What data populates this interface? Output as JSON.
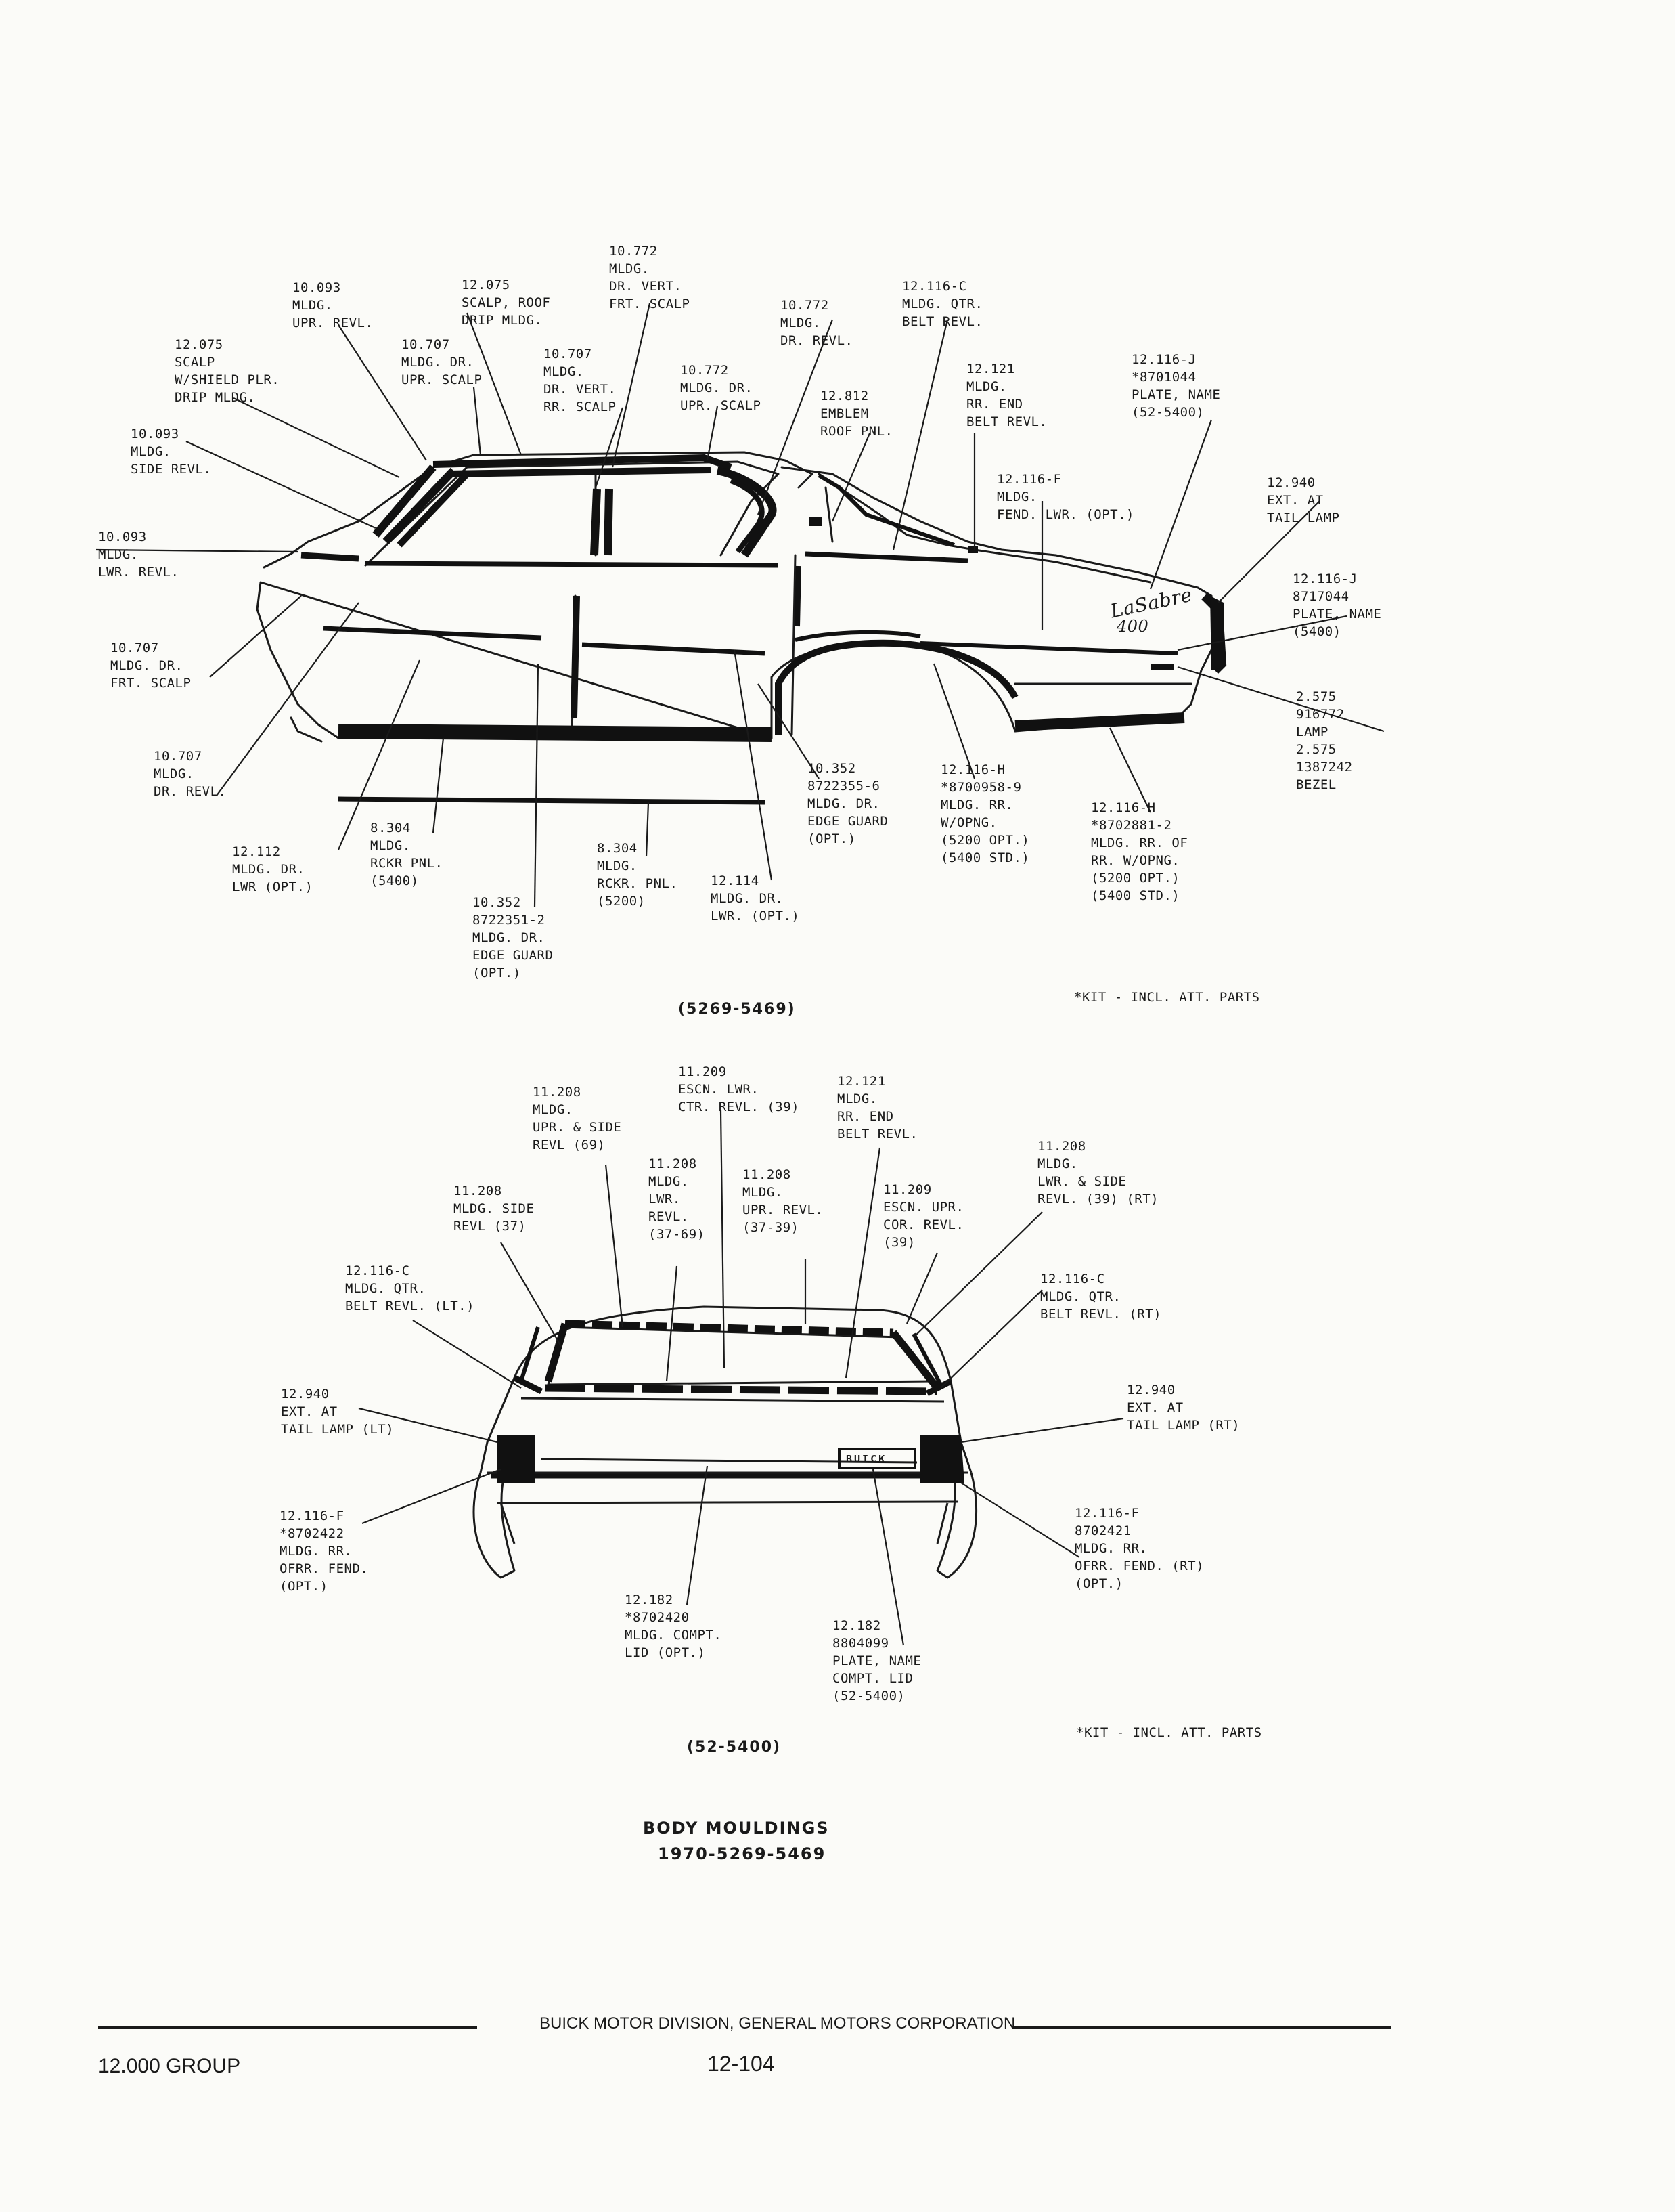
{
  "side_view": {
    "labels": {
      "l1": "10.093\nMLDG.\nUPR. REVL.",
      "l2": "12.075\nSCALP, ROOF\nDRIP MLDG.",
      "l3": "10.772\nMLDG.\nDR. VERT.\nFRT. SCALP",
      "l4": "10.772\nMLDG.\nDR. REVL.",
      "l5": "12.116-C\nMLDG. QTR.\nBELT REVL.",
      "l6": "12.075\nSCALP\nW/SHIELD PLR.\nDRIP MLDG.",
      "l7": "10.707\nMLDG. DR.\nUPR. SCALP",
      "l8": "10.707\nMLDG.\nDR. VERT.\nRR. SCALP",
      "l9": "10.772\nMLDG. DR.\nUPR. SCALP",
      "l10": "12.812\nEMBLEM\nROOF PNL.",
      "l11": "12.121\nMLDG.\nRR. END\nBELT REVL.",
      "l12": "12.116-J\n*8701044\nPLATE, NAME\n(52-5400)",
      "l13": "10.093\nMLDG.\nSIDE REVL.",
      "l14": "12.116-F\nMLDG.\nFEND. LWR. (OPT.)",
      "l15": "12.940\nEXT. AT\nTAIL LAMP",
      "l16": "10.093\nMLDG.\nLWR. REVL.",
      "l17": "12.116-J\n8717044\nPLATE, NAME\n(5400)",
      "l18": "10.707\nMLDG. DR.\nFRT. SCALP",
      "l19": "2.575\n916772\nLAMP\n2.575\n1387242\nBEZEL",
      "l20": "10.707\nMLDG.\nDR. REVL.",
      "l21": "10.352\n8722355-6\nMLDG. DR.\nEDGE GUARD\n(OPT.)",
      "l22": "12.116-H\n*8700958-9\nMLDG. RR.\nW/OPNG.\n(5200 OPT.)\n(5400 STD.)",
      "l23": "12.116-H\n*8702881-2\nMLDG. RR. OF\nRR. W/OPNG.\n(5200 OPT.)\n(5400 STD.)",
      "l24": "8.304\nMLDG.\nRCKR PNL.\n(5400)",
      "l25": "12.112\nMLDG. DR.\nLWR (OPT.)",
      "l26": "8.304\nMLDG.\nRCKR. PNL.\n(5200)",
      "l27": "12.114\nMLDG. DR.\nLWR. (OPT.)",
      "l28": "10.352\n8722351-2\nMLDG. DR.\nEDGE GUARD\n(OPT.)"
    },
    "badge_script": "LaSabre",
    "badge_num": "400",
    "caption": "(5269-5469)",
    "kit_note": "*KIT - INCL. ATT. PARTS"
  },
  "rear_view": {
    "labels": {
      "r1": "11.209\nESCN. LWR.\nCTR. REVL. (39)",
      "r2": "12.121\nMLDG.\nRR. END\nBELT REVL.",
      "r3": "11.208\nMLDG.\nUPR. & SIDE\nREVL (69)",
      "r4": "11.208\nMLDG.\nLWR. & SIDE\nREVL. (39) (RT)",
      "r5": "11.208\nMLDG.\nLWR.\nREVL.\n(37-69)",
      "r6": "11.208\nMLDG.\nUPR. REVL.\n(37-39)",
      "r7": "11.209\nESCN. UPR.\nCOR. REVL.\n(39)",
      "r8": "11.208\nMLDG. SIDE\nREVL (37)",
      "r9": "12.116-C\nMLDG. QTR.\nBELT REVL. (LT.)",
      "r10": "12.116-C\nMLDG. QTR.\nBELT REVL. (RT)",
      "r11": "12.940\nEXT. AT\nTAIL LAMP (LT)",
      "r12": "12.940\nEXT. AT\nTAIL LAMP (RT)",
      "r13": "12.116-F\n*8702422\nMLDG. RR.\nOFRR. FEND.\n(OPT.)",
      "r14": "12.116-F\n8702421\nMLDG. RR.\nOFRR. FEND. (RT)\n(OPT.)",
      "r15": "12.182\n*8702420\nMLDG. COMPT.\nLID (OPT.)",
      "r16": "12.182\n8804099\nPLATE, NAME\nCOMPT. LID\n(52-5400)"
    },
    "deck_badge": "BUICK",
    "caption": "(52-5400)",
    "kit_note": "*KIT - INCL. ATT. PARTS"
  },
  "title": {
    "line1": "BODY MOULDINGS",
    "line2": "1970-5269-5469"
  },
  "footer": {
    "division": "BUICK MOTOR DIVISION, GENERAL MOTORS CORPORATION",
    "group": "12.000 GROUP",
    "page": "12-104"
  }
}
